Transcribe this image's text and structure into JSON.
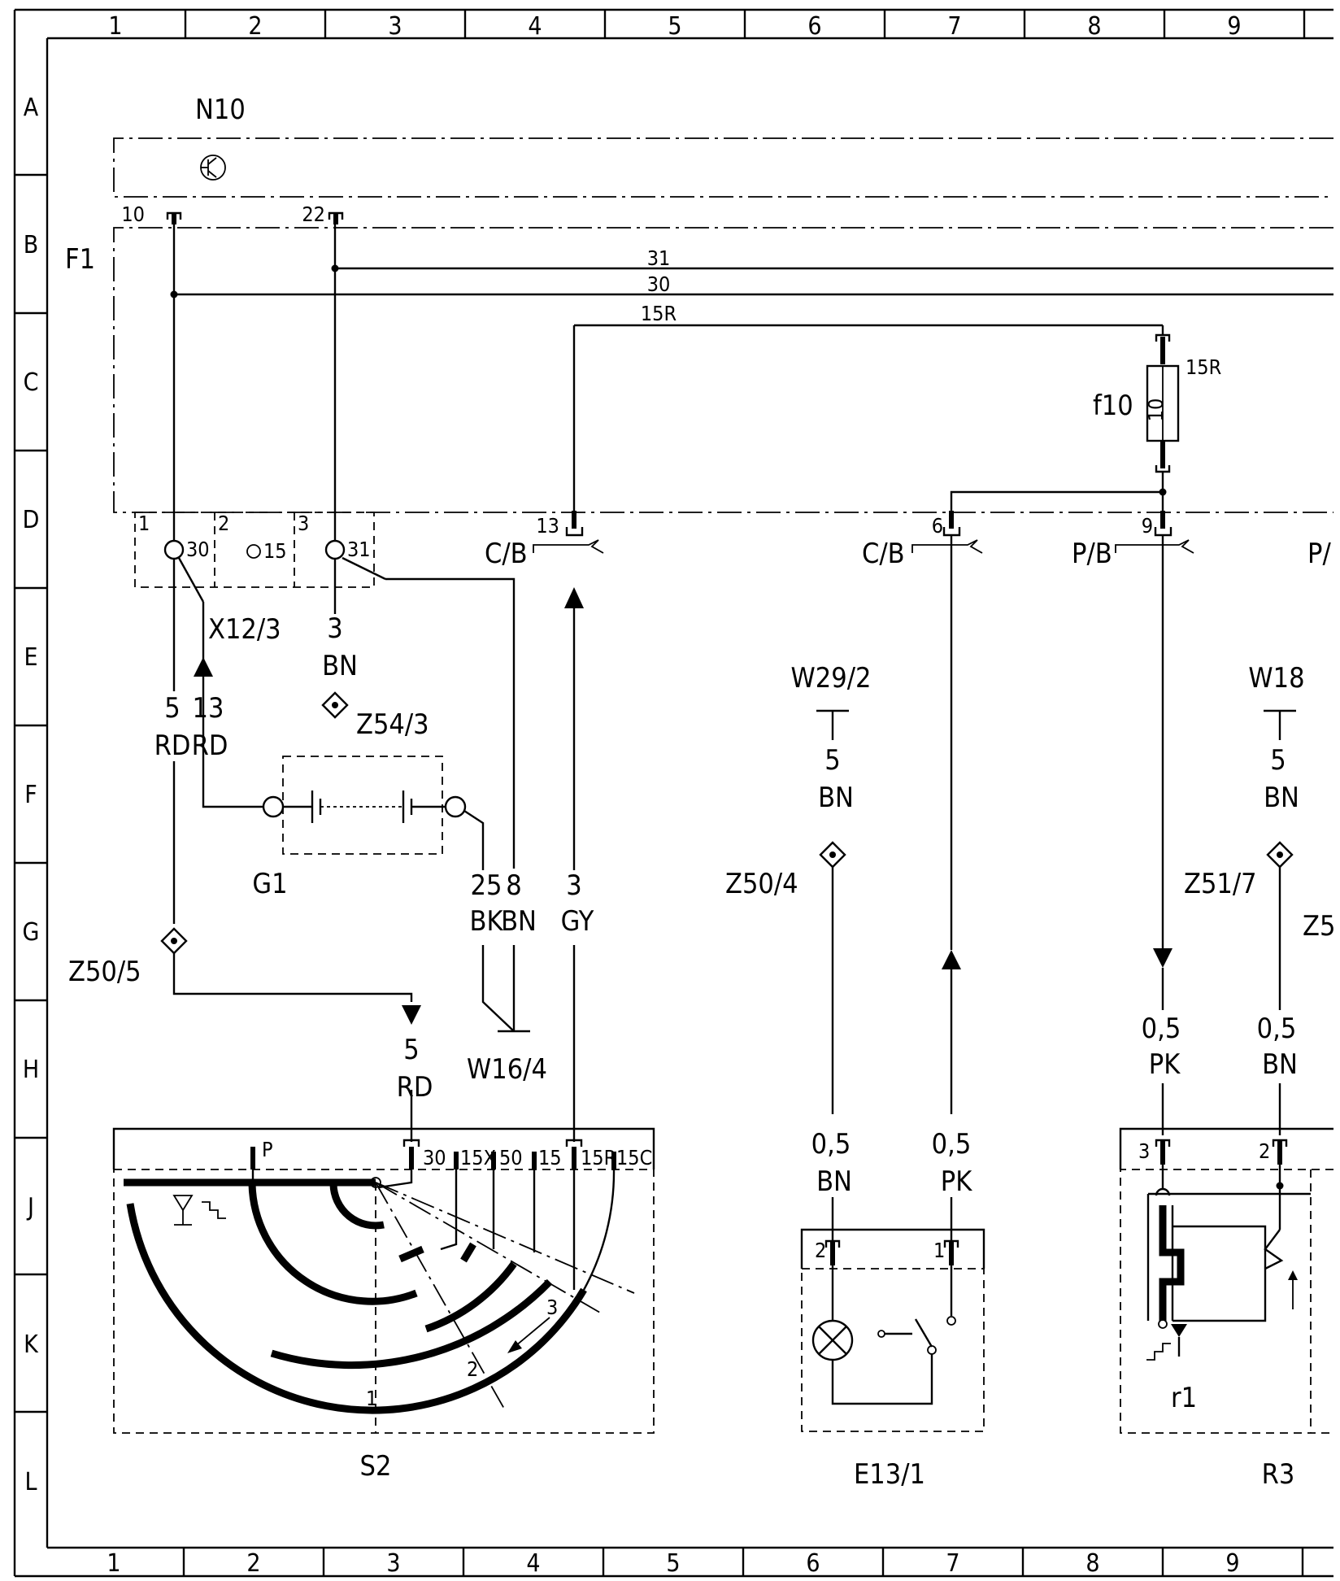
{
  "grid": {
    "columns": [
      "1",
      "2",
      "3",
      "4",
      "5",
      "6",
      "7",
      "8",
      "9"
    ],
    "rows": [
      "A",
      "B",
      "C",
      "D",
      "E",
      "F",
      "G",
      "H",
      "J",
      "K",
      "L"
    ]
  },
  "components": {
    "n10": "N10",
    "f1": "F1",
    "f10": "f10",
    "f10_rating": "10",
    "x12_3": "X12/3",
    "g1": "G1",
    "w16_4": "W16/4",
    "w29_2": "W29/2",
    "w18": "W18",
    "s2": "S2",
    "e13_1": "E13/1",
    "r3": "R3",
    "r1": "r1"
  },
  "splices": {
    "z54_3": "Z54/3",
    "z50_4": "Z50/4",
    "z51_7": "Z51/7",
    "z50_5": "Z50/5",
    "z5_partial": "Z5"
  },
  "buses": {
    "b31": "31",
    "b30": "30",
    "b15r": "15R",
    "f10_15r": "15R"
  },
  "pins": {
    "p10": "10",
    "p22": "22",
    "p13": "13",
    "p6": "6",
    "p9": "9",
    "x1": "1",
    "x30": "30",
    "x2": "2",
    "x15": "15",
    "x3": "3",
    "x31": "31",
    "r3_3": "3",
    "r3_2": "2",
    "e13_2": "2",
    "e13_1": "1"
  },
  "connectors": {
    "cb1": "C/B",
    "cb2": "C/B",
    "pb": "P/B",
    "p_partial": "P/"
  },
  "wires": {
    "w_5rd_a": {
      "size": "5",
      "color": "RD"
    },
    "w_13rd": {
      "size": "13",
      "color": "RD"
    },
    "w_3bn": {
      "size": "3",
      "color": "BN"
    },
    "w_25bk": {
      "size": "25",
      "color": "BK"
    },
    "w_8bn": {
      "size": "8",
      "color": "BN"
    },
    "w_3gy": {
      "size": "3",
      "color": "GY"
    },
    "w_5bn_w29": {
      "size": "5",
      "color": "BN"
    },
    "w_5bn_w18": {
      "size": "5",
      "color": "BN"
    },
    "w_05pk_9": {
      "size": "0,5",
      "color": "PK"
    },
    "w_05bn_r3": {
      "size": "0,5",
      "color": "BN"
    },
    "w_5rd_s2": {
      "size": "5",
      "color": "RD"
    },
    "w_05bn_e13": {
      "size": "0,5",
      "color": "BN"
    },
    "w_05pk_e13": {
      "size": "0,5",
      "color": "PK"
    }
  },
  "switch_s2": {
    "p": "P",
    "t30": "30",
    "t15x": "15X",
    "t50": "50",
    "t15": "15",
    "t15r": "15R",
    "t15c": "15C",
    "pos1": "1",
    "pos2": "2",
    "pos3": "3"
  }
}
